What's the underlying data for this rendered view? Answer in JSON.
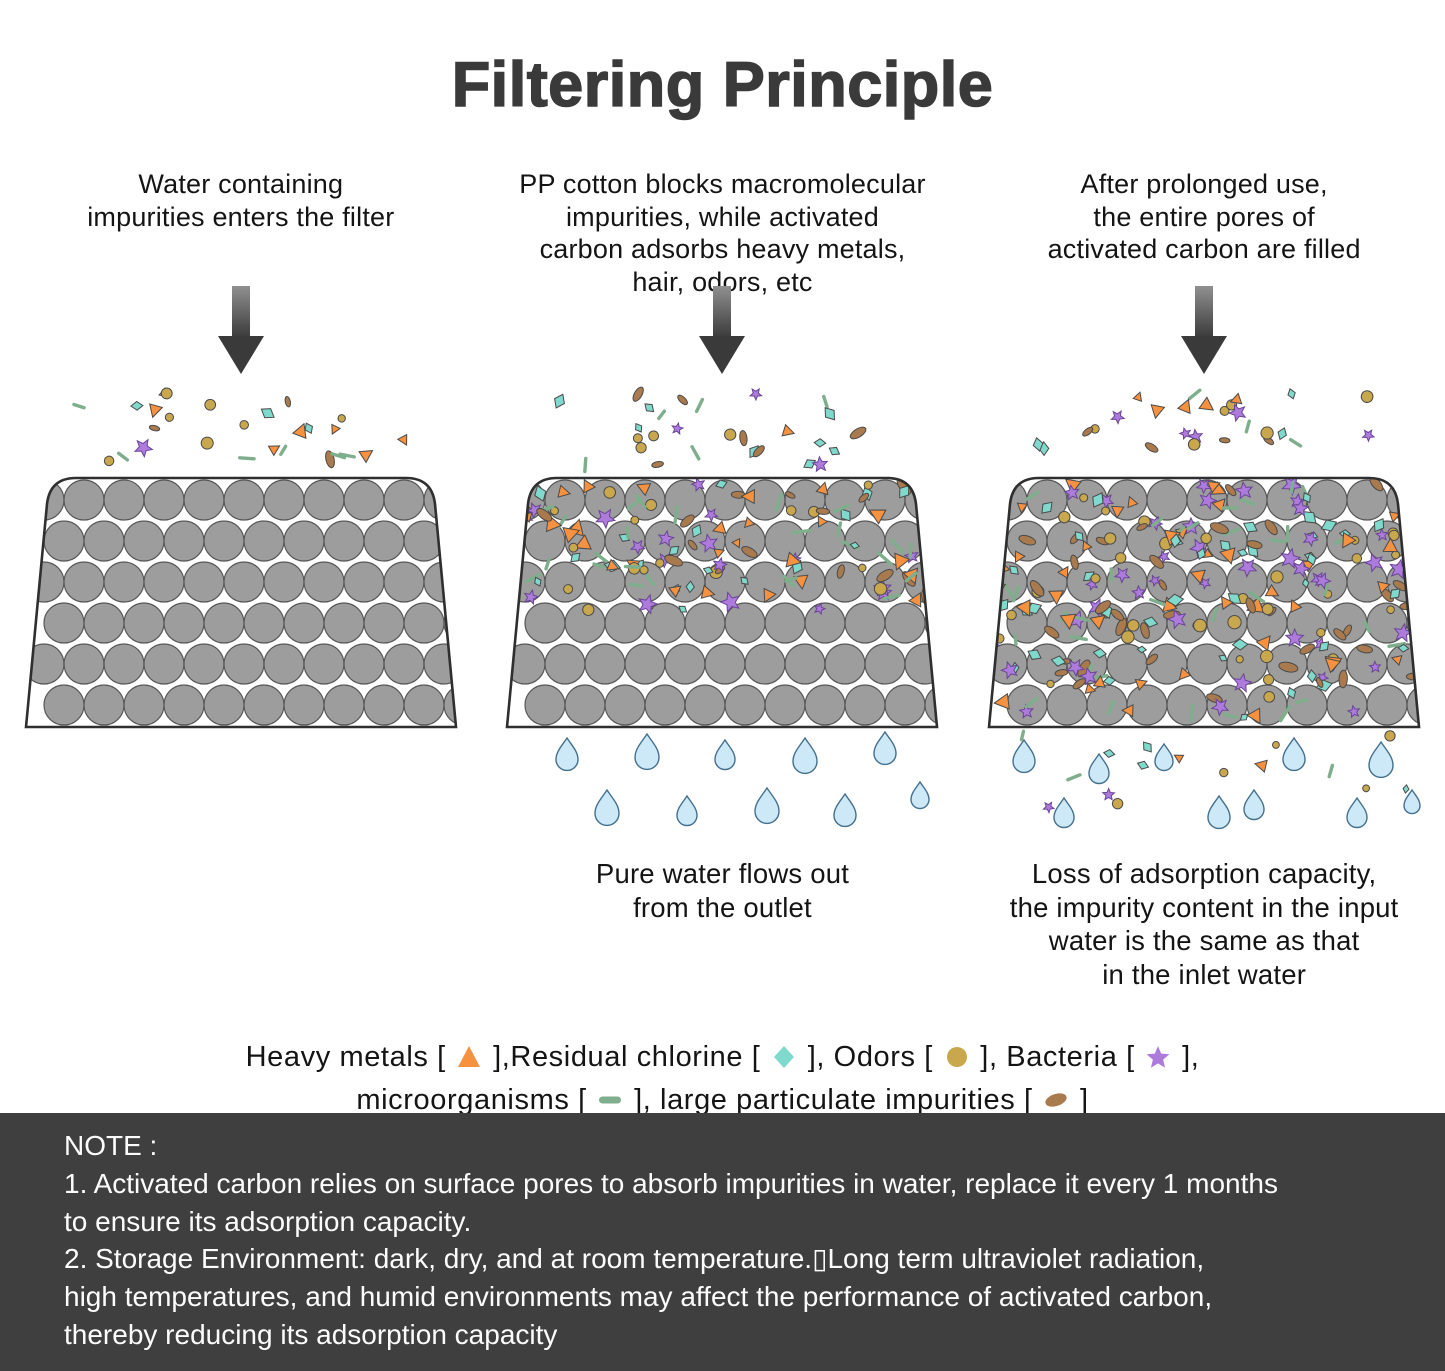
{
  "title": "Filtering Principle",
  "stages": [
    {
      "caption_top": "Water containing\nimpurities enters the filter",
      "caption_bottom": "",
      "filter_state": "clean",
      "outflow": "none"
    },
    {
      "caption_top": "PP cotton blocks macromolecular\nimpurities, while activated\ncarbon adsorbs heavy metals,\nhair, odors, etc",
      "caption_bottom": "Pure water flows out\nfrom the outlet",
      "filter_state": "partial",
      "outflow": "pure"
    },
    {
      "caption_top": "After prolonged use,\nthe entire pores of\nactivated carbon are filled",
      "caption_bottom": "Loss of adsorption capacity,\nthe impurity content in the input\nwater is the same as that\nin the inlet water",
      "filter_state": "full",
      "outflow": "mixed"
    }
  ],
  "legend": {
    "rows": [
      [
        {
          "t": "Heavy metals [ "
        },
        {
          "i": "triangle",
          "n": "heavy-metals-icon",
          "c": "heavy_metals"
        },
        {
          "t": " ],Residual chlorine [ "
        },
        {
          "i": "diamond",
          "n": "residual-chlorine-icon",
          "c": "residual_chlorine"
        },
        {
          "t": " ], Odors [ "
        },
        {
          "i": "circle",
          "n": "odors-icon",
          "c": "odors"
        },
        {
          "t": " ], Bacteria [ "
        },
        {
          "i": "star",
          "n": "bacteria-icon",
          "c": "bacteria"
        },
        {
          "t": " ],"
        }
      ],
      [
        {
          "t": "microorganisms [ "
        },
        {
          "i": "dash",
          "n": "microorganisms-icon",
          "c": "microorganisms"
        },
        {
          "t": " ], large particulate impurities [ "
        },
        {
          "i": "ellipse",
          "n": "particulate-impurities-icon",
          "c": "particulates"
        },
        {
          "t": " ]"
        }
      ]
    ]
  },
  "note": {
    "heading": "NOTE :",
    "body": "1. Activated carbon relies on surface pores to absorb impurities in water, replace it every 1 months\nto ensure its adsorption capacity.\n2. Storage Environment: dark, dry, and at room temperature.▯Long term ultraviolet radiation,\nhigh temperatures, and humid environments may affect the performance of activated carbon,\nthereby reducing its adsorption capacity"
  },
  "colors": {
    "heavy_metals": "#F5913F",
    "residual_chlorine": "#7FD9CD",
    "odors": "#C9A74D",
    "bacteria": "#AC7BDB",
    "microorganisms": "#7FAE8C",
    "particulates": "#A87A4E",
    "water_drop": "#CDE9F8",
    "water_drop_outline": "#44708E",
    "filter_circle": "#9D9D9D",
    "filter_outline": "#2F2F2F",
    "arrow": "#3A3A3A",
    "note_background": "#3F3F3F",
    "title_color": "#3A3A3A"
  }
}
